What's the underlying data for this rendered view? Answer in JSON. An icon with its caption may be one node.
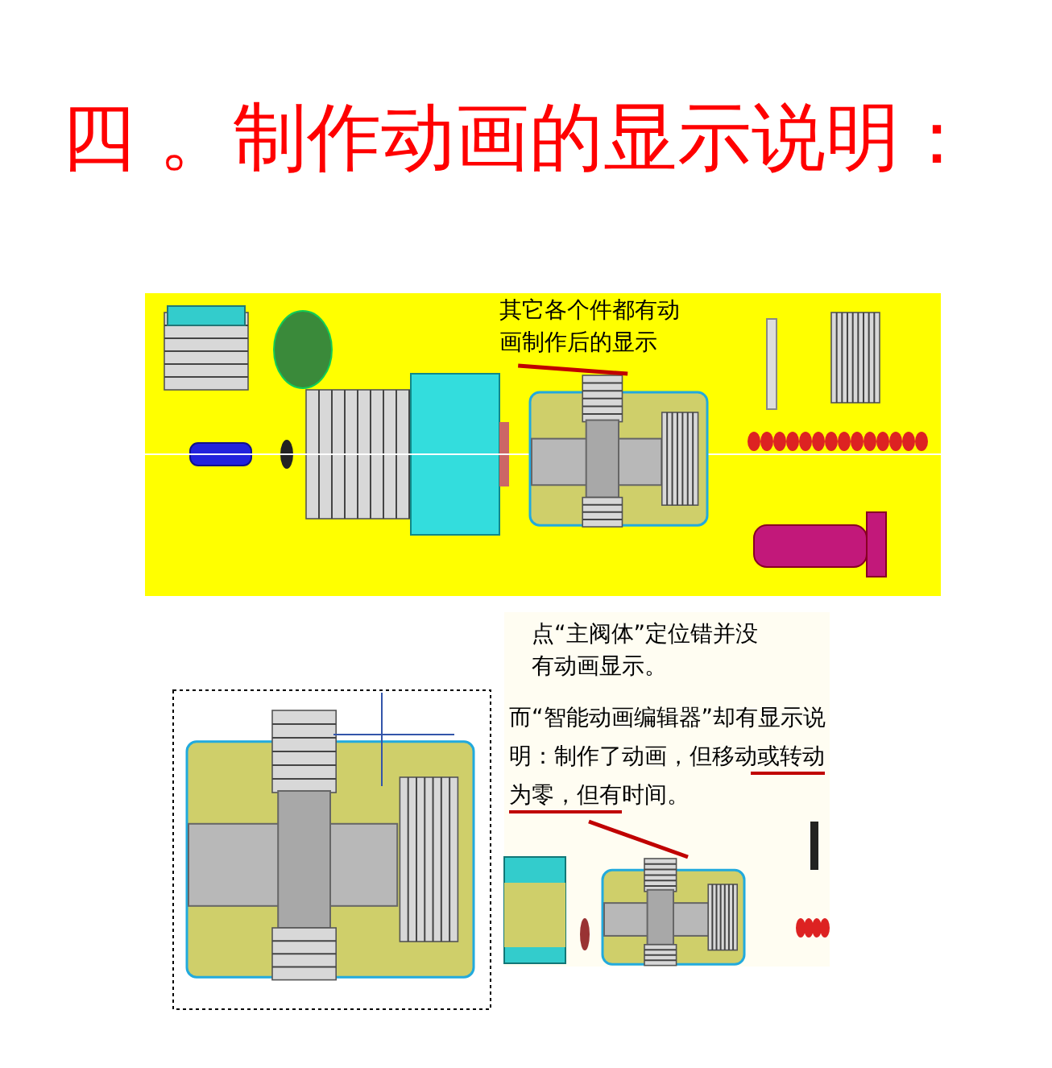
{
  "diagram": {
    "title": "四 。制作动画的显示说明：",
    "nodes": [
      {
        "text": [
          "其它各个件都有动画制作后的显示"
        ]
      },
      {
        "text": [],
        "shape": "picture"
      },
      {
        "text": [
          "点“主阀体”定位错并没有动画显示。"
        ]
      },
      {
        "text": [
          "而“智能动画编辑器”却有显示说明：制作了动画，但移动或转动为零，但有时间。"
        ]
      },
      {
        "text": [],
        "shape": "picture"
      }
    ],
    "edges": [
      {
        "from": 0,
        "to": 1,
        "arrow": "none",
        "color": "#c00000"
      },
      {
        "from": 3,
        "to": 4,
        "arrow": "none",
        "color": "#c00000"
      }
    ]
  }
}
